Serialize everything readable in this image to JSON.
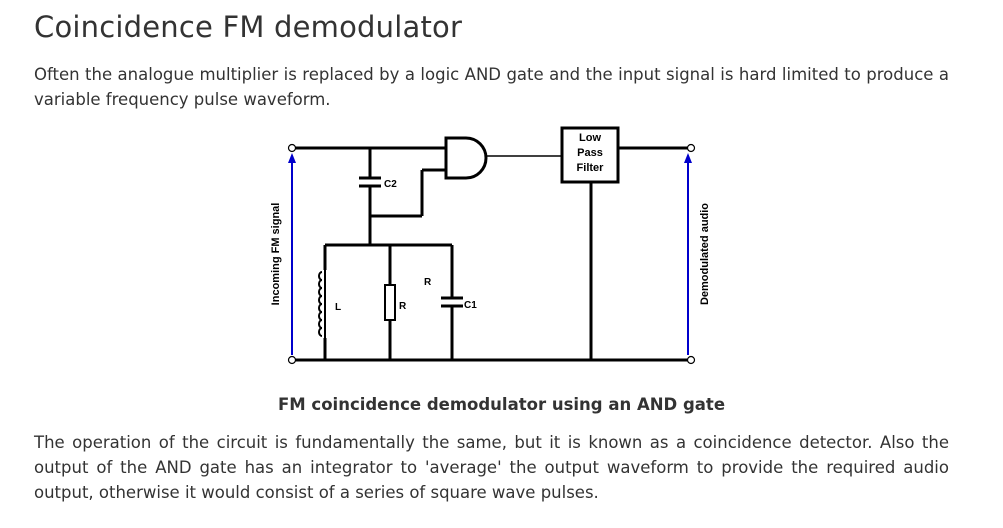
{
  "page": {
    "title": "Coincidence FM demodulator",
    "intro": "Often the analogue multiplier is replaced by a logic AND gate and the input signal is hard limited to produce a variable frequency pulse waveform.",
    "caption": "FM coincidence demodulator using an AND gate",
    "body": "The operation of the circuit is fundamentally the same, but it is known as a coincidence detector. Also the output of the AND gate has an integrator to 'average' the output waveform to provide the required audio output, otherwise it would consist of a series of square wave pulses."
  },
  "diagram": {
    "input_label": "Incoming FM signal",
    "output_label": "Demodulated audio",
    "filter_lines": [
      "Low",
      "Pass",
      "Filter"
    ],
    "c2_label": "C2",
    "l_label": "L",
    "r_label": "R",
    "r_top_label": "R",
    "c1_label": "C1",
    "arrow_color": "#0000cc",
    "wire_color": "#000000"
  }
}
